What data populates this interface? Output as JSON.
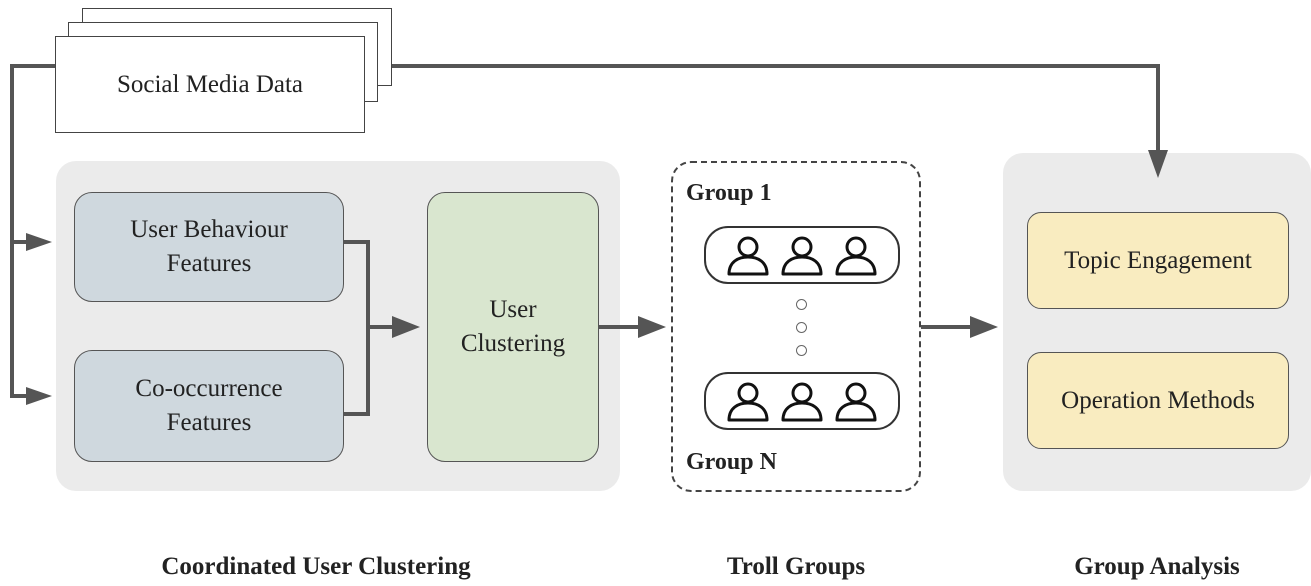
{
  "input": {
    "label": "Social Media Data"
  },
  "clustering": {
    "behaviour_label": "User Behaviour\nFeatures",
    "cooccurrence_label": "Co-occurrence\nFeatures",
    "user_clustering_label": "User\nClustering",
    "caption": "Coordinated User Clustering"
  },
  "troll_groups": {
    "first_group": "Group 1",
    "last_group": "Group N",
    "caption": "Troll Groups"
  },
  "analysis": {
    "topic_label": "Topic Engagement",
    "methods_label": "Operation Methods",
    "caption": "Group Analysis"
  },
  "colors": {
    "panel": "#ebebeb",
    "feature_box": "#cfd8de",
    "clustering_box": "#d9e6cf",
    "analysis_box": "#f9ecc0",
    "arrow": "#555555"
  }
}
